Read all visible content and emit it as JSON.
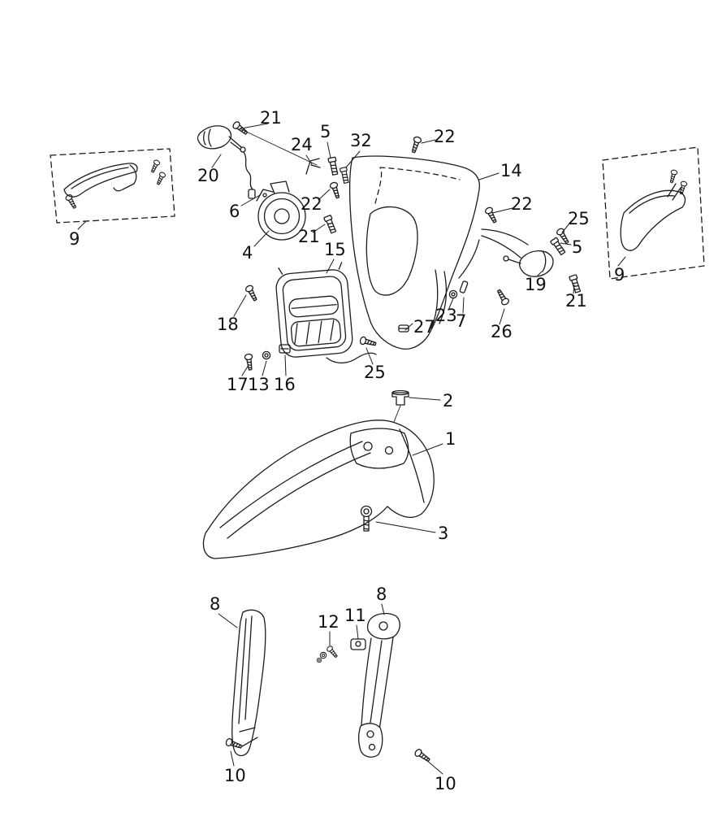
{
  "diagram": {
    "type": "exploded-parts-diagram",
    "background_color": "#ffffff",
    "line_color": "#1c1c1c",
    "label_color": "#111111",
    "labels": [
      {
        "text": "21"
      },
      {
        "text": "20"
      },
      {
        "text": "24"
      },
      {
        "text": "5"
      },
      {
        "text": "32"
      },
      {
        "text": "22"
      },
      {
        "text": "14"
      },
      {
        "text": "6"
      },
      {
        "text": "22"
      },
      {
        "text": "22"
      },
      {
        "text": "21"
      },
      {
        "text": "25"
      },
      {
        "text": "5"
      },
      {
        "text": "4"
      },
      {
        "text": "15"
      },
      {
        "text": "9"
      },
      {
        "text": "19"
      },
      {
        "text": "9"
      },
      {
        "text": "21"
      },
      {
        "text": "18"
      },
      {
        "text": "23"
      },
      {
        "text": "7"
      },
      {
        "text": "27"
      },
      {
        "text": "26"
      },
      {
        "text": "17"
      },
      {
        "text": "13"
      },
      {
        "text": "16"
      },
      {
        "text": "25"
      },
      {
        "text": "2"
      },
      {
        "text": "1"
      },
      {
        "text": "3"
      },
      {
        "text": "8"
      },
      {
        "text": "8"
      },
      {
        "text": "12"
      },
      {
        "text": "11"
      },
      {
        "text": "10"
      },
      {
        "text": "10"
      }
    ]
  }
}
